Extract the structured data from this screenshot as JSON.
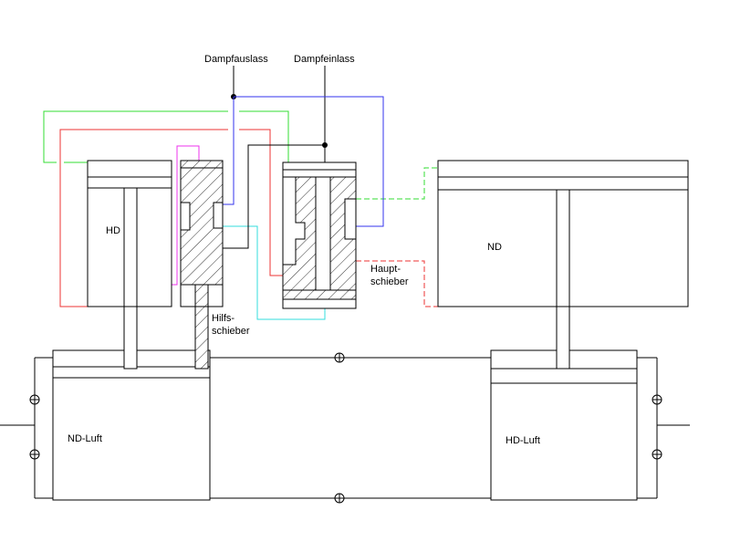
{
  "labels": {
    "steam_outlet": "Dampfauslass",
    "steam_inlet": "Dampfeinlass",
    "hd_cylinder": "HD",
    "nd_cylinder": "ND",
    "aux_valve_1": "Hilfs-",
    "aux_valve_2": "schieber",
    "main_valve_1": "Haupt-",
    "main_valve_2": "schieber",
    "nd_air": "ND-Luft",
    "hd_air": "HD-Luft"
  },
  "colors": {
    "green": "#33dd33",
    "red": "#ee3333",
    "blue": "#3333ee",
    "magenta": "#ee33ee",
    "cyan": "#33dddd",
    "black": "#000000"
  }
}
